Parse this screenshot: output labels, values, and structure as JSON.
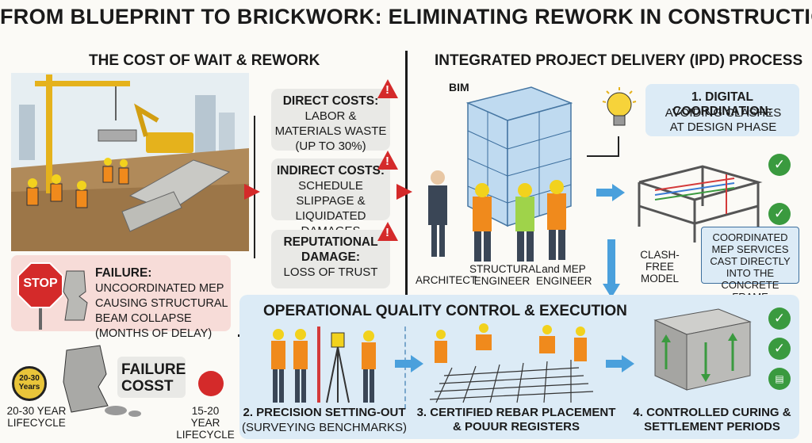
{
  "title": "FROM BLUEPRINT TO BRICKWORK: ELIMINATING REWORK IN CONSTRUCTION",
  "left": {
    "heading": "THE COST OF WAIT & REWORK",
    "failure_bold": "FAILURE:",
    "failure_rest": "UNCOORDINATED MEP CAUSING STRUCTURAL BEAM COLLAPSE (MONTHS OF DELAY)",
    "stop": "STOP",
    "timer_text": "20-30 Years",
    "failure_cost": "FAILURE COSST",
    "lifecycle_left": "20-30 YEAR LIFECYCLE",
    "lifecycle_right": "15-20 YEAR LIFECYCLE"
  },
  "costs": [
    {
      "heading": "DIRECT COSTS:",
      "body": "LABOR & MATERIALS WASTE (UP TO 30%)"
    },
    {
      "heading": "INDIRECT COSTS:",
      "body": "SCHEDULE SLIPPAGE & LIQUIDATED DAMAGES"
    },
    {
      "heading": "REPUTATIONAL DAMAGE:",
      "body": "LOSS OF TRUST"
    }
  ],
  "ipd": {
    "heading": "INTEGRATED PROJECT DELIVERY (IPD) PROCESS",
    "bim": "BIM",
    "roles": [
      "ARCHITECT",
      "STRUCTURAL ENGINEER",
      "and MEP ENGINEER"
    ],
    "step1": "1. DIGITAL COORDINATION:",
    "step1_body": "AVOIDING CLASHES AT DESIGN PHASE",
    "clash_free": "CLASH-FREE MODEL",
    "mep_note": "COORDINATED MEP SERVICES CAST DIRECTLY INTO THE CONCRETE FRAME"
  },
  "ops": {
    "heading": "OPERATIONAL QUALITY CONTROL & EXECUTION",
    "step2": "2. PRECISION SETTING-OUT",
    "step2_sub": "(SURVEYING BENCHMARKS)",
    "step3": "3. CERTIFIED REBAR PLACEMENT & POUUR REGISTERS",
    "step4": "4. CONTROLLED CURING & SETTLEMENT PERIODS"
  },
  "colors": {
    "red": "#d42a2a",
    "blue_panel": "#dcebf6",
    "pink_panel": "#f7dcd8",
    "green": "#3a9a3f"
  }
}
